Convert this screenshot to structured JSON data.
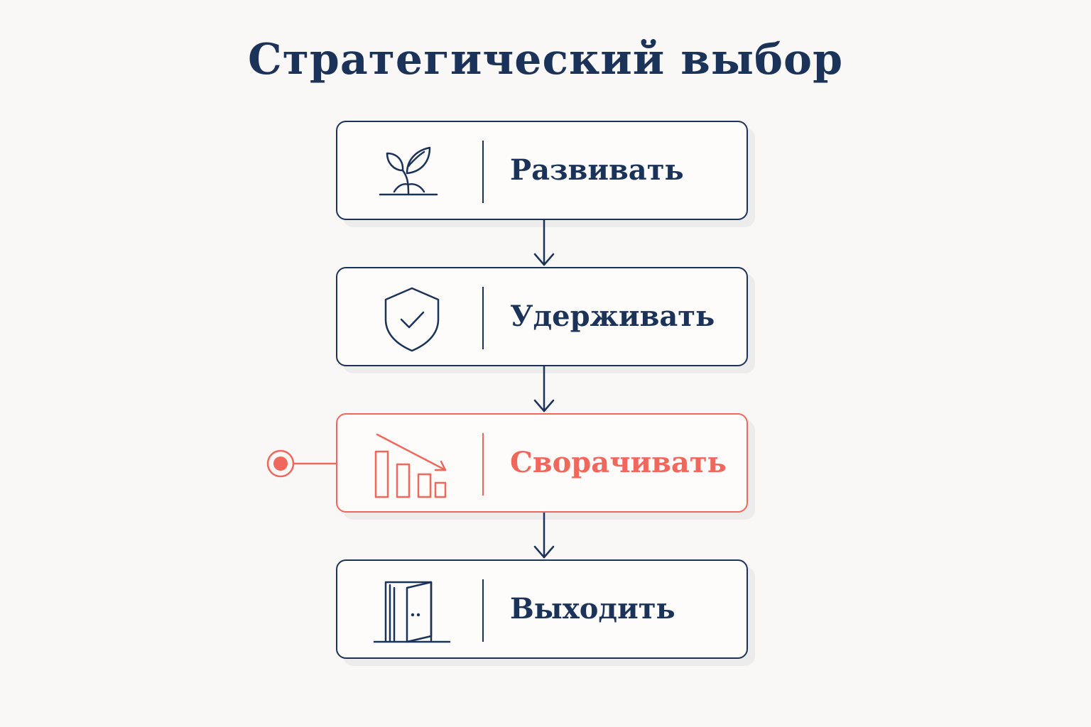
{
  "title": "Стратегический выбор",
  "colors": {
    "primary": "#1b3358",
    "accent": "#f0675b",
    "background": "#faf8f6"
  },
  "steps": [
    {
      "label": "Развивать",
      "icon": "sprout-icon",
      "highlighted": false
    },
    {
      "label": "Удерживать",
      "icon": "shield-check-icon",
      "highlighted": false
    },
    {
      "label": "Сворачивать",
      "icon": "declining-bar-chart-icon",
      "highlighted": true
    },
    {
      "label": "Выходить",
      "icon": "open-door-icon",
      "highlighted": false
    }
  ]
}
